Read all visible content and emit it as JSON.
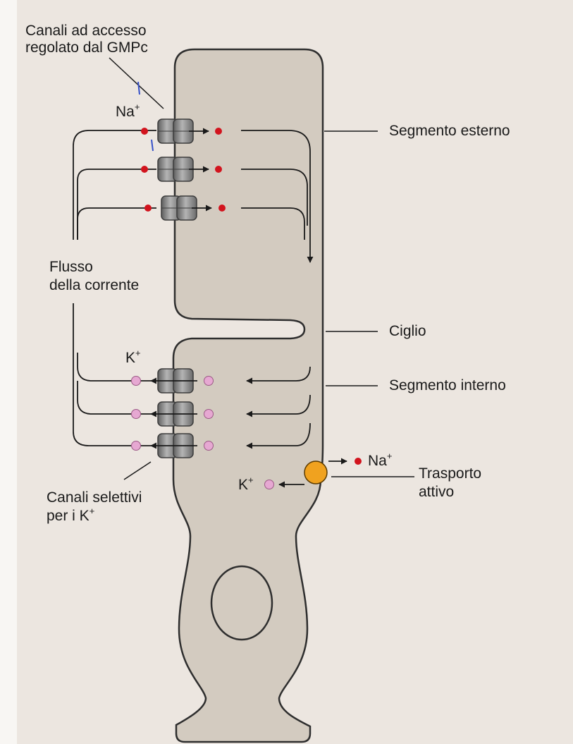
{
  "colors": {
    "cell_fill": "#d3cbc0",
    "cell_stroke": "#2e2e2e",
    "sodium_ion": "#d2141e",
    "potassium_ion": "#e6a8d2",
    "pump": "#f0a21f",
    "channel": "#8c8c8c",
    "page_background": "#ece6e0"
  },
  "icons": {
    "sodium_ion": "red-dot",
    "potassium_ion": "pink-circle",
    "channel": "grey-barrel",
    "pump": "orange-circle"
  },
  "labels": {
    "cgmp_channels": [
      "Canali ad accesso",
      "regolato dal GMPc"
    ],
    "na_ion_top": {
      "base": "Na",
      "sup": "+"
    },
    "outer_segment": "Segmento esterno",
    "current_flow": [
      "Flusso",
      "della corrente"
    ],
    "cilium": "Ciglio",
    "k_ion_top": {
      "base": "K",
      "sup": "+"
    },
    "inner_segment": "Segmento interno",
    "na_ion_pump": {
      "base": "Na",
      "sup": "+"
    },
    "k_ion_pump": {
      "base": "K",
      "sup": "+"
    },
    "active_transport": [
      "Trasporto",
      "attivo"
    ],
    "k_channels": [
      "Canali selettivi",
      "per i K",
      "+"
    ]
  }
}
